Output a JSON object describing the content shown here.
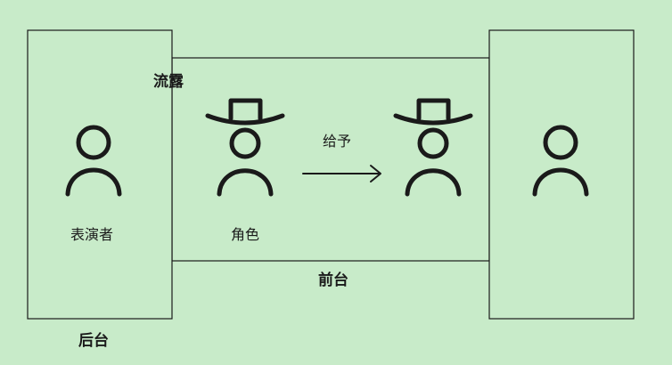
{
  "labels": {
    "backstage": "后台",
    "frontstage": "前台",
    "reveal": "流露",
    "performer": "表演者",
    "role": "角色",
    "give": "给予"
  }
}
